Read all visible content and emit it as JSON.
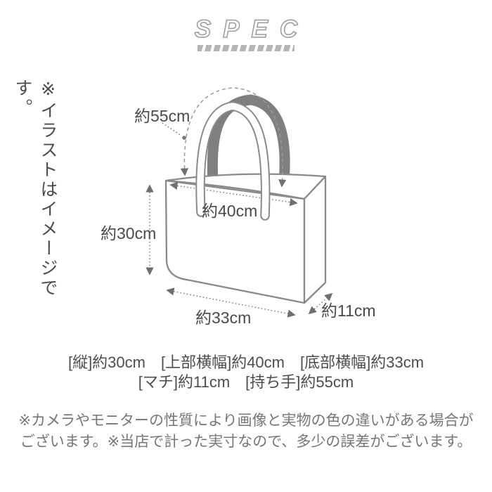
{
  "header": {
    "title": "SPEC"
  },
  "side_note_vertical": "※イラストはイメージです。",
  "diagram": {
    "subject": "tote-bag-dimension-illustration",
    "labels": {
      "handle": "約55cm",
      "top_width": "約40cm",
      "height": "約30cm",
      "bottom_width": "約33cm",
      "depth": "約11cm"
    }
  },
  "spec_lines": [
    "[縦]約30cm　[上部横幅]約40cm　[底部横幅]約33cm",
    "[マチ]約11cm　[持ち手]約55cm"
  ],
  "notes": [
    "※カメラやモニターの性質により画像と実物の色の違いがある場合が",
    "ございます。※当店で計った実寸なので、多少の誤差がございます。"
  ],
  "colors": {
    "line_gray": "#8a8a8a",
    "back_handle_gray": "#7f7f7f",
    "dimension_gray": "#777777",
    "hatch_gray": "#b5b5b5",
    "text_dark": "#4d4d4d",
    "note_gray": "#767676"
  }
}
